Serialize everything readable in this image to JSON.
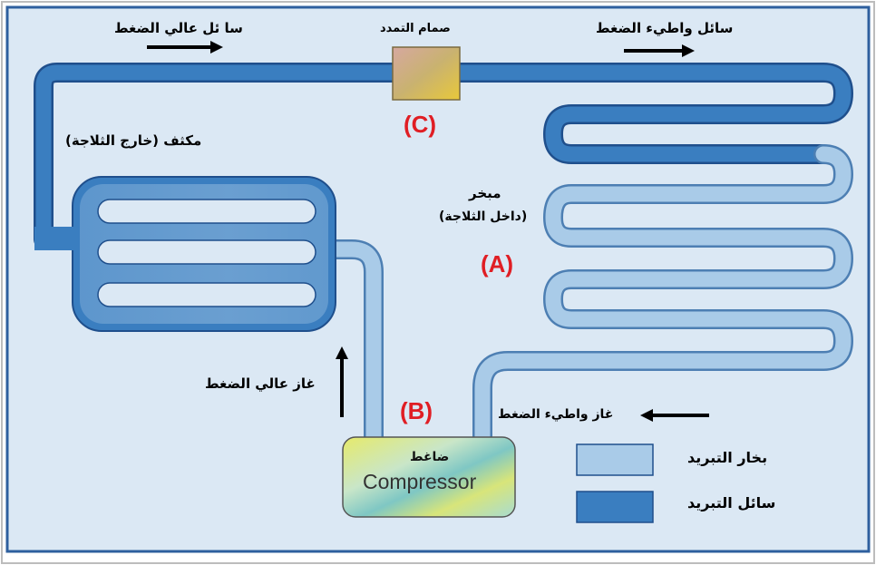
{
  "labels": {
    "hp_liquid": "سا ئل عالي الضغط",
    "expansion_valve": "صمام التمدد",
    "lp_liquid": "سائل واطيء الضغط",
    "condenser": "مكثف (خارج الثلاجة)",
    "evaporator_l1": "مبخر",
    "evaporator_l2": "(داخل الثلاجة)",
    "hp_gas": "غاز عالي الضغط",
    "lp_gas": "غاز واطيء الضغط",
    "compressor_ar": "ضاغط",
    "compressor_en": "Compressor"
  },
  "markers": {
    "a": "(A)",
    "b": "(B)",
    "c": "(C)"
  },
  "legend": {
    "vapor": "بخار التبريد",
    "liquid": "سائل التبريد"
  },
  "colors": {
    "liquid": "#3a7ec0",
    "vapor": "#a9cbe8",
    "marker": "#e01e24",
    "frame": "#2e5f9e"
  }
}
